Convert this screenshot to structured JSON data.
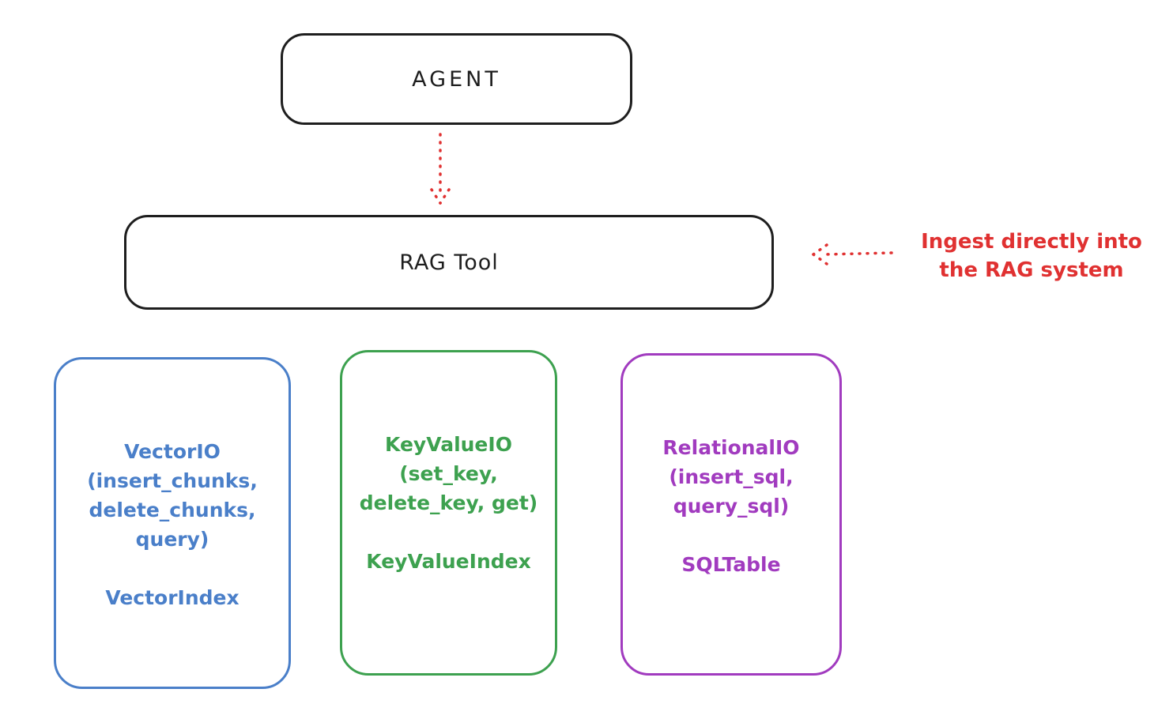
{
  "colors": {
    "outline": "#1e1e1e",
    "red": "#e03131",
    "blue": "#4a7fc9",
    "green": "#3da14f",
    "purple": "#a13bbf"
  },
  "agent": {
    "label": "AGENT"
  },
  "rag_tool": {
    "label": "RAG Tool"
  },
  "annotation": {
    "line1": "Ingest directly into",
    "line2": "the RAG system"
  },
  "arrows": {
    "agent_to_rag": "dotted-red-down-arrow",
    "ingest_to_rag": "dotted-red-left-arrow"
  },
  "backends": {
    "vector": {
      "name": "VectorIO",
      "methods_line1": "(insert_chunks,",
      "methods_line2": "delete_chunks,",
      "methods_line3": "query)",
      "index": "VectorIndex"
    },
    "keyvalue": {
      "name": "KeyValueIO",
      "methods_line1": "(set_key,",
      "methods_line2": "delete_key, get)",
      "index": "KeyValueIndex"
    },
    "relational": {
      "name": "RelationalIO",
      "methods_line1": "(insert_sql,",
      "methods_line2": "query_sql)",
      "index": "SQLTable"
    }
  }
}
